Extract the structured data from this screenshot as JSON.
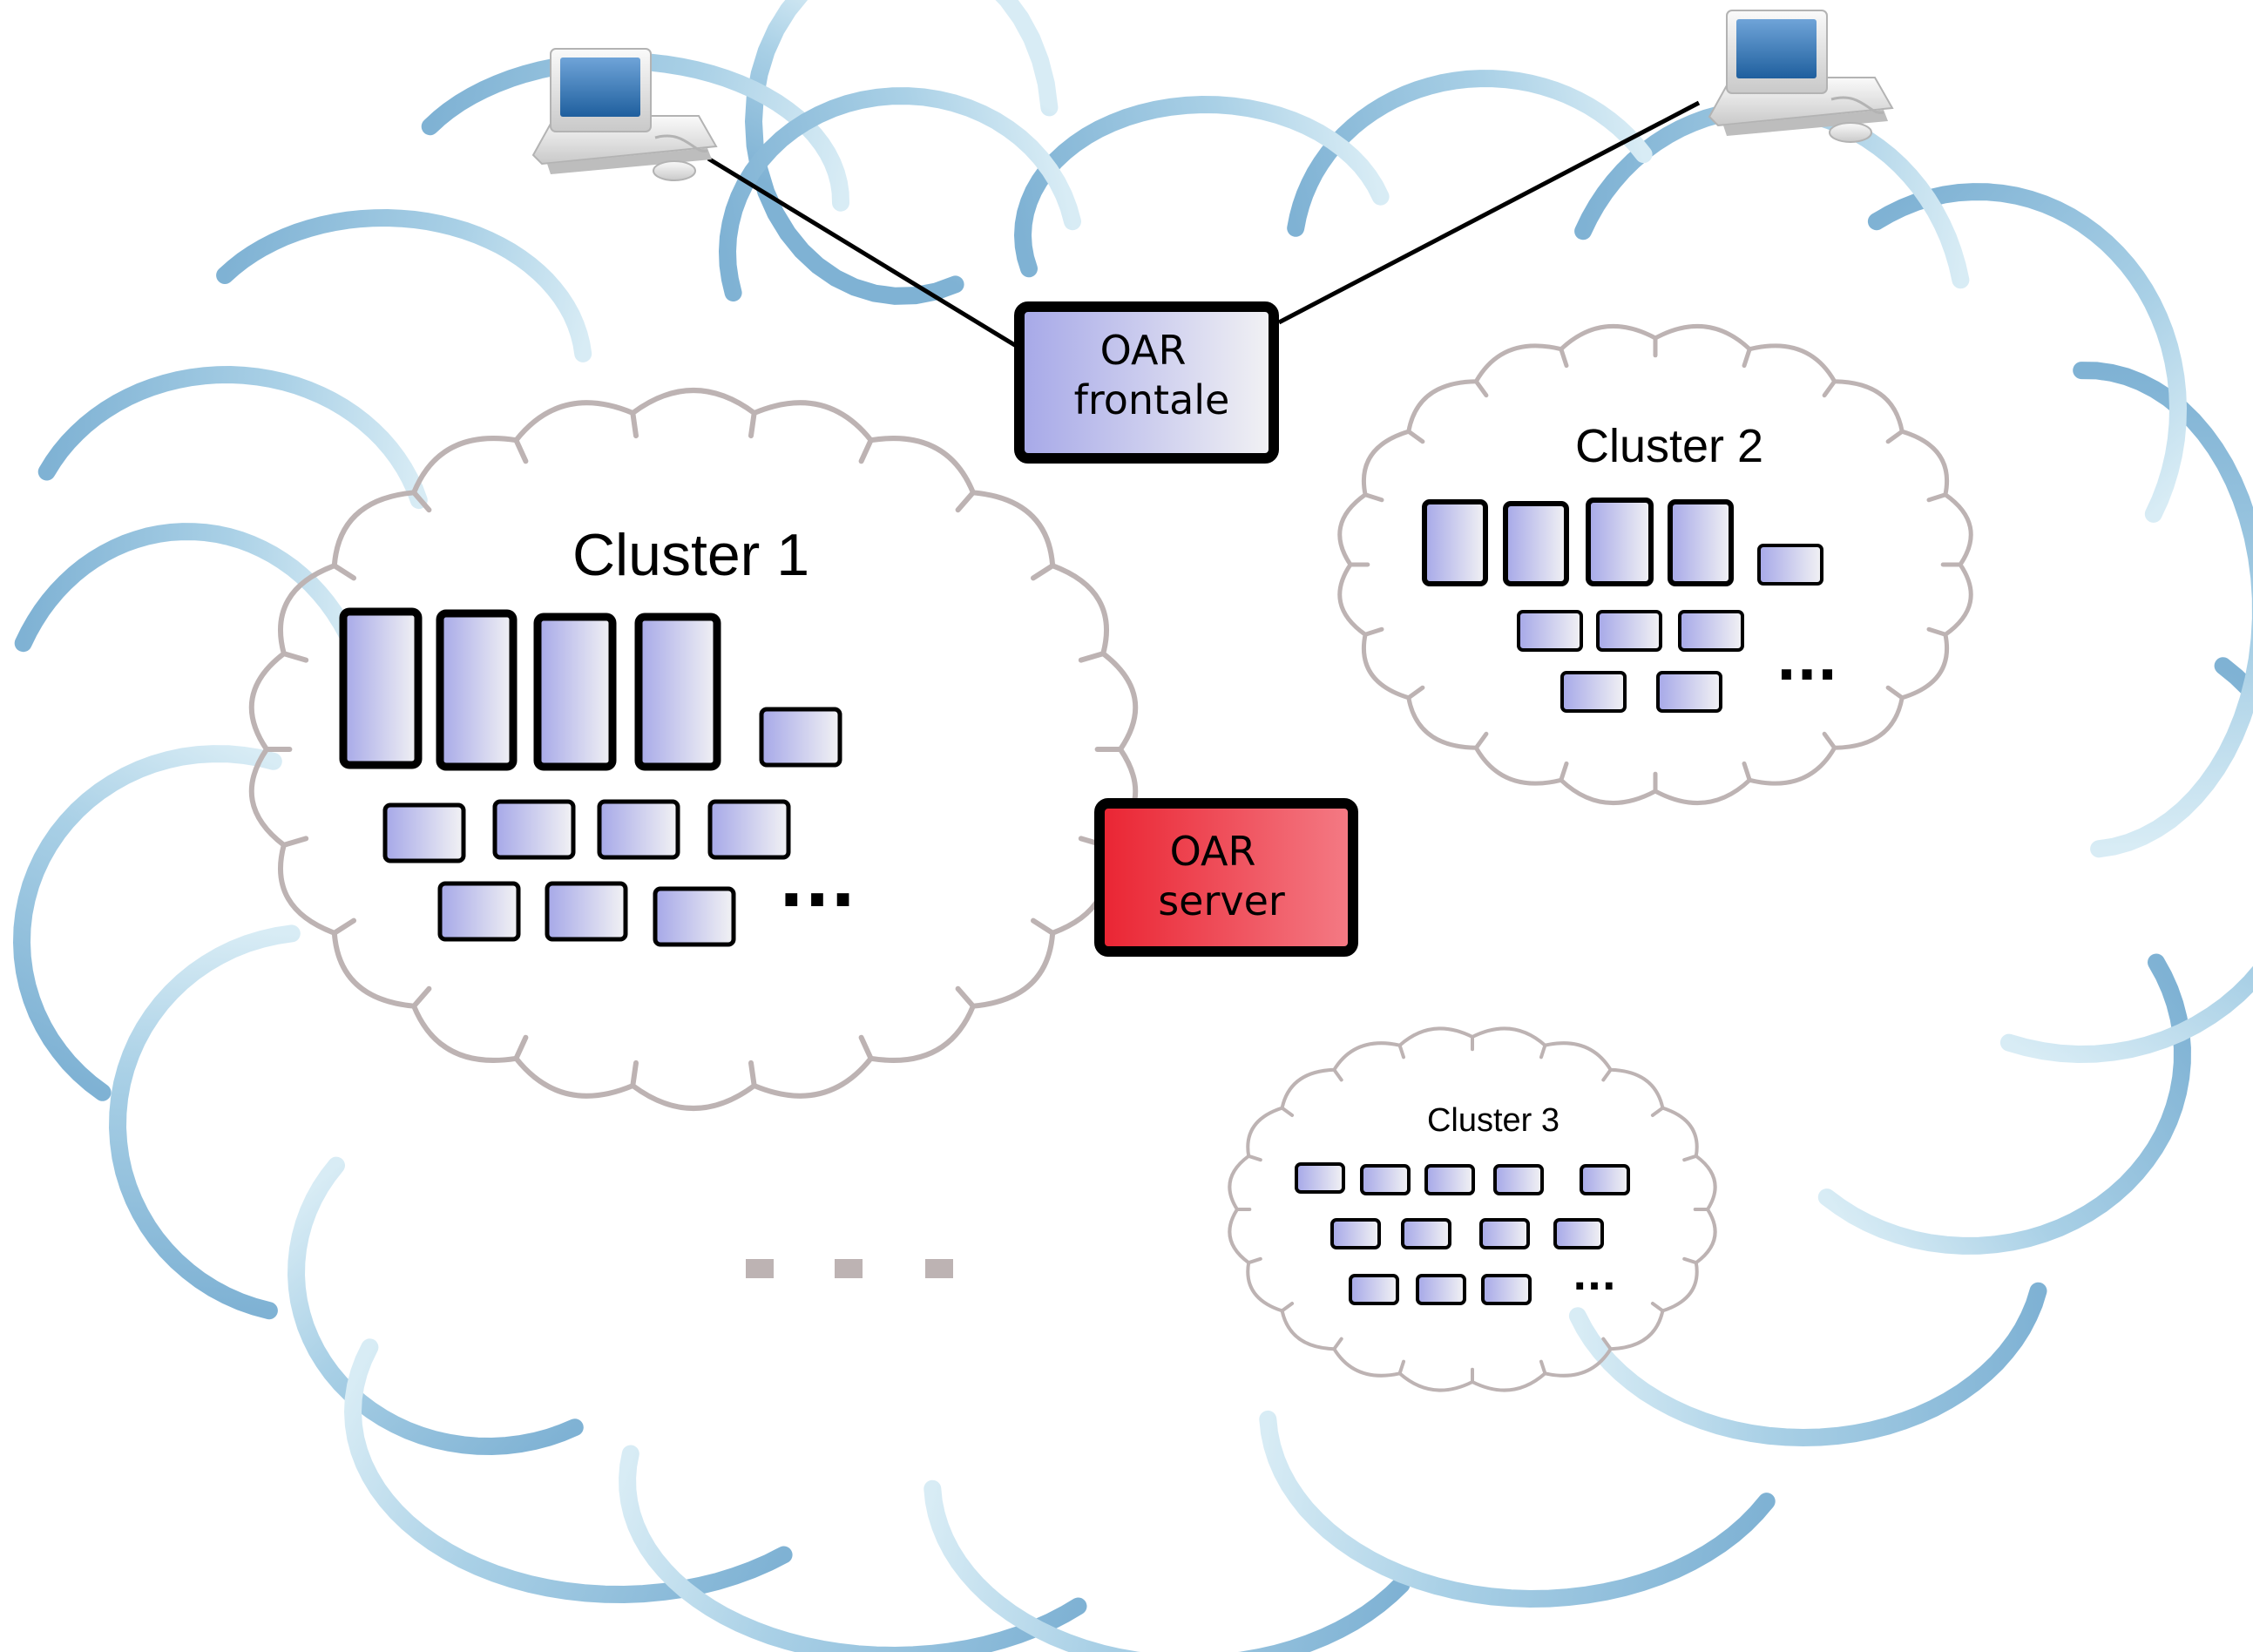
{
  "frontale": {
    "line1": "OAR",
    "line2": "frontale"
  },
  "server": {
    "line1": "OAR",
    "line2": "server"
  },
  "clusters": [
    {
      "label": "Cluster 1",
      "ellipsis": "..."
    },
    {
      "label": "Cluster 2",
      "ellipsis": "..."
    },
    {
      "label": "Cluster 3",
      "ellipsis": "..."
    }
  ],
  "more_clusters": "...",
  "icons": {
    "workstation": "desktop-computer-icon",
    "cloud": "cloud-icon"
  },
  "colors": {
    "grid_cloud": "#8bbcd9",
    "cluster_cloud": "#bdb3b3",
    "node_fill_start": "#a6a8e8",
    "node_fill_end": "#f2f2f4",
    "server_fill_start": "#ea2432",
    "server_fill_end": "#f47b85",
    "outline": "#000000",
    "ellipsis_gray": "#bdb3b3"
  }
}
